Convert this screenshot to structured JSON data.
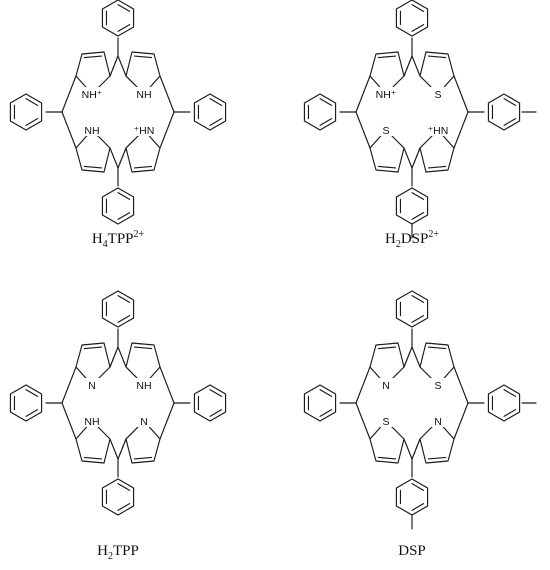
{
  "figure": {
    "molecules": [
      {
        "id": "h4tpp",
        "caption": {
          "main": "H",
          "sub": "4",
          "rest": "TPP",
          "sup": "2+"
        },
        "atoms": {
          "nw": "NH⁺",
          "ne": "NH",
          "sw": "NH",
          "se": "⁺HN"
        },
        "substituents": {
          "top": "phenyl",
          "left": "phenyl",
          "right": "phenyl",
          "bottom": "phenyl"
        }
      },
      {
        "id": "h2dsp",
        "caption": {
          "main": "H",
          "sub": "2",
          "rest": "DSP",
          "sup": "2+"
        },
        "atoms": {
          "nw": "NH⁺",
          "ne": "S",
          "sw": "S",
          "se": "⁺HN"
        },
        "substituents": {
          "top": "phenyl",
          "left": "phenyl",
          "right": "tolyl",
          "bottom": "tolyl"
        }
      },
      {
        "id": "h2tpp",
        "caption": {
          "main": "H",
          "sub": "2",
          "rest": "TPP",
          "sup": ""
        },
        "atoms": {
          "nw": "N",
          "ne": "NH",
          "sw": "NH",
          "se": "N"
        },
        "substituents": {
          "top": "phenyl",
          "left": "phenyl",
          "right": "phenyl",
          "bottom": "phenyl"
        }
      },
      {
        "id": "dsp",
        "caption": {
          "main": "DSP",
          "sub": "",
          "rest": "",
          "sup": ""
        },
        "atoms": {
          "nw": "N",
          "ne": "S",
          "sw": "S",
          "se": "N"
        },
        "substituents": {
          "top": "phenyl",
          "left": "phenyl",
          "right": "tolyl",
          "bottom": "tolyl"
        }
      }
    ]
  }
}
